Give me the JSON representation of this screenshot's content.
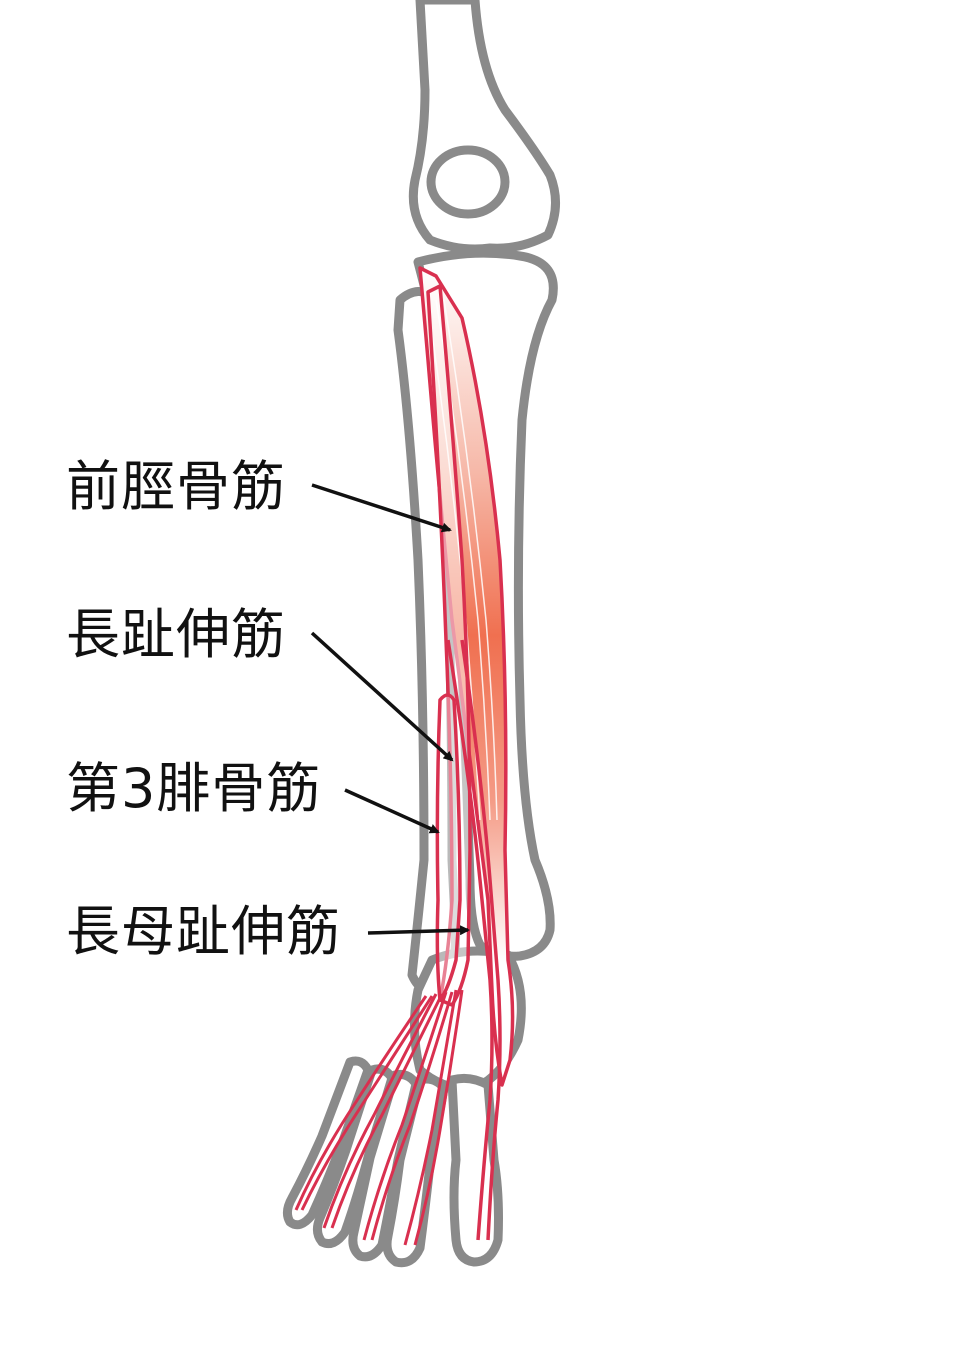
{
  "labels": {
    "tibialis_anterior": "前脛骨筋",
    "extensor_digitorum_longus": "長趾伸筋",
    "peroneus_tertius": "第3腓骨筋",
    "extensor_hallucis_longus": "長母趾伸筋"
  },
  "colors": {
    "bone_outline": "#8a8a8a",
    "bone_fill": "#ffffff",
    "muscle_outline": "#d9304f",
    "muscle_fill_core": "#f06a4a",
    "muscle_fill_light": "#ffffff",
    "text": "#111111",
    "arrow": "#111111"
  }
}
